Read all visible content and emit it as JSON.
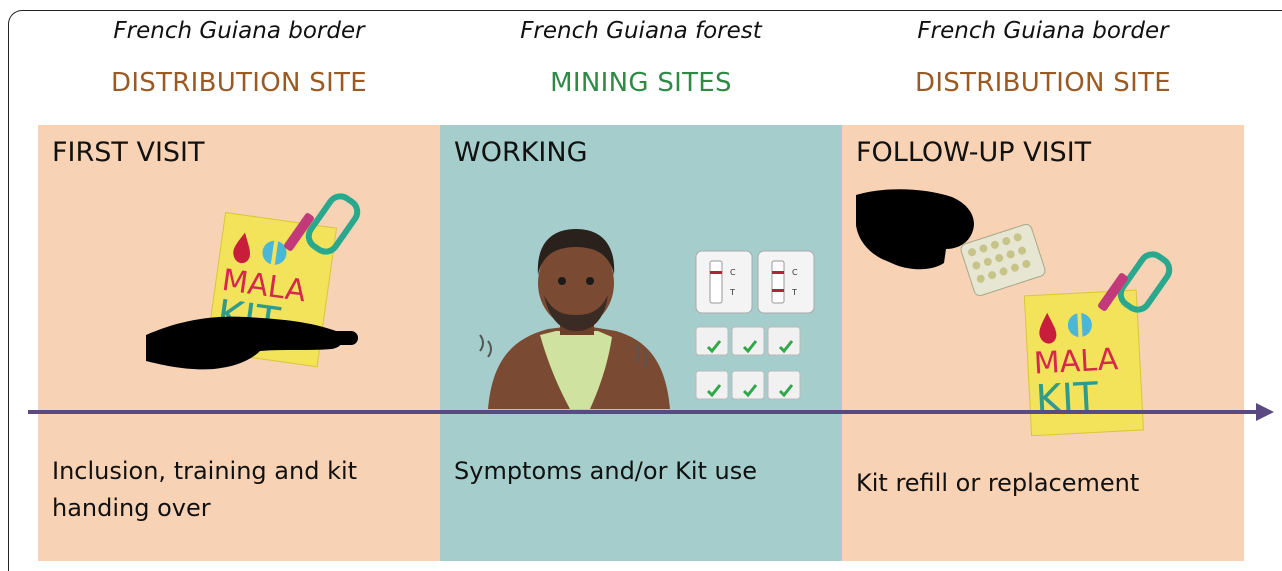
{
  "columns": [
    {
      "location": "French Guiana border",
      "site": "DISTRIBUTION SITE",
      "stage": "FIRST VISIT",
      "description": "Inclusion, training and kit handing over"
    },
    {
      "location": "French Guiana forest",
      "site": "MINING SITES",
      "stage": "WORKING",
      "description": "Symptoms and/or Kit use"
    },
    {
      "location": "French Guiana border",
      "site": "DISTRIBUTION SITE",
      "stage": "FOLLOW-UP VISIT",
      "description": "Kit refill or replacement"
    }
  ],
  "kit_logo": {
    "line1": "MALA",
    "line2": "KIT"
  },
  "test_labels": {
    "control": "C",
    "test": "T"
  },
  "colors": {
    "distribution": "#9b5a24",
    "mining": "#2f8a45",
    "panel_distribution": "#f7d2b4",
    "panel_mining": "#a4cdcb",
    "timeline": "#5b4a82"
  }
}
